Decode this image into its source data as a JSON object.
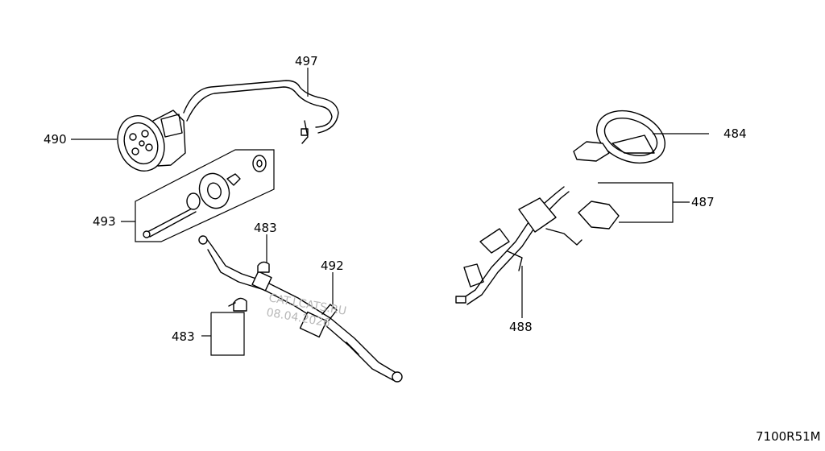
{
  "callouts": {
    "p490": "490",
    "p497": "497",
    "p493": "493",
    "p483a": "483",
    "p483b": "483",
    "p492": "492",
    "p484": "484",
    "p487": "487",
    "p488": "488"
  },
  "diagram_code": "7100R51M",
  "watermark": {
    "line1": "CAT.LCATS.RU",
    "line2": "08.04.2026"
  }
}
